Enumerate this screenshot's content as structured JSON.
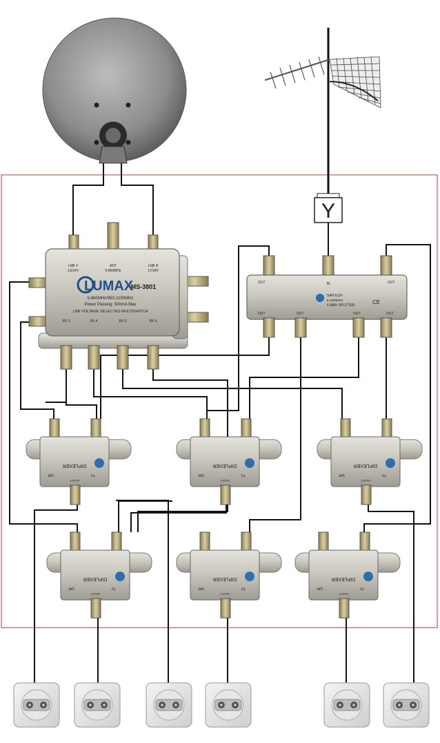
{
  "multiswitch": {
    "brand": "LUMAX",
    "model": "MS-3801",
    "lnb_v": "LNB V",
    "lnb_v_sub": "13/14V",
    "ant": "ANT",
    "ant_sub": "5-860MHz",
    "lnb_h": "LNB H",
    "lnb_h_sub": "17/18V",
    "freq": "5-860MHz/950-2150MHz",
    "power": "Power Passing: 500mA Max",
    "desc": "LNB VOLTAGE SELECTED MULTISWITCH",
    "rx3": "RX 3",
    "rx4": "RX 4",
    "rx5": "RX 5",
    "rx6": "RX 6"
  },
  "splitter": {
    "in": "IN",
    "out": "OUT",
    "model": "SAH 611F",
    "freq": "5-1000MHz",
    "desc": "6-WAY SPLITTER",
    "ce": "CE"
  },
  "diplexer": {
    "label": "DIPLEXER",
    "sat": "SAT",
    "tv": "TV",
    "out": "IN/OUT"
  },
  "antenna_junction": {
    "symbol": "Y"
  },
  "colors": {
    "boundary": "#b23a3a",
    "wire": "#111111",
    "metal": "#c9c7bd",
    "dish": "#8c8c8c"
  }
}
